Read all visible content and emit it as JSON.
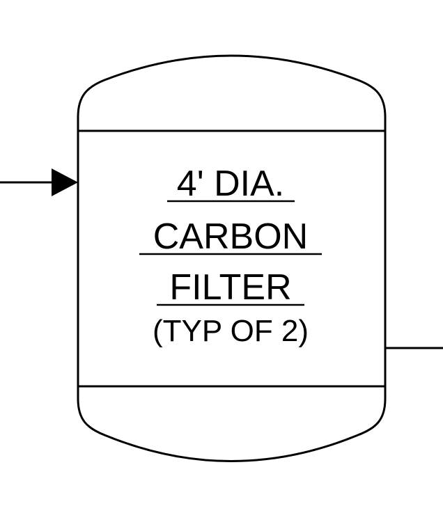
{
  "vessel": {
    "label_lines": [
      "4' DIA.",
      "CARBON",
      "FILTER"
    ],
    "sub_label": "(TYP OF 2)"
  },
  "colors": {
    "stroke": "#000000",
    "background": "#ffffff"
  }
}
